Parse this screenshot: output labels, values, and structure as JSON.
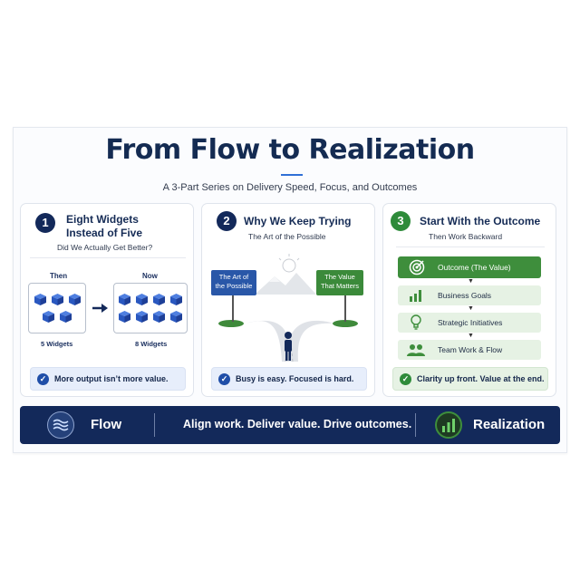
{
  "header": {
    "title": "From Flow to Realization",
    "subtitle": "A 3-Part Series on Delivery Speed, Focus, and Outcomes"
  },
  "cards": [
    {
      "number": "1",
      "title_line1": "Eight Widgets",
      "title_line2": "Instead of Five",
      "subtitle": "Did We Actually Get Better?",
      "then_label": "Then",
      "now_label": "Now",
      "then_caption": "5 Widgets",
      "now_caption": "8 Widgets",
      "then_count": 5,
      "now_count": 8,
      "footer": "More output isn’t more value."
    },
    {
      "number": "2",
      "title": "Why We Keep Trying",
      "subtitle": "The Art of the Possible",
      "sign_left_line1": "The Art of",
      "sign_left_line2": "the Possible",
      "sign_right_line1": "The Value",
      "sign_right_line2": "That Matters",
      "footer": "Busy is easy. Focused is hard."
    },
    {
      "number": "3",
      "title": "Start With the Outcome",
      "subtitle": "Then Work Backward",
      "steps": [
        "Outcome (The Value)",
        "Business Goals",
        "Strategic Initiatives",
        "Team Work & Flow"
      ],
      "footer": "Clarity up front. Value at the end."
    }
  ],
  "band": {
    "left": "Flow",
    "middle": "Align work. Deliver value. Drive outcomes.",
    "right": "Realization"
  },
  "colors": {
    "navy": "#13295a",
    "accent_blue": "#2f6fd6",
    "green": "#2e8b3a",
    "light_green": "#e6f2e4",
    "light_blue": "#e7eefb"
  },
  "icons": {
    "flow": "wave-icon",
    "realization": "bar-chart-icon",
    "outcome": "target-icon",
    "goals": "bar-chart-icon",
    "initiatives": "lightbulb-icon",
    "team": "people-icon"
  }
}
